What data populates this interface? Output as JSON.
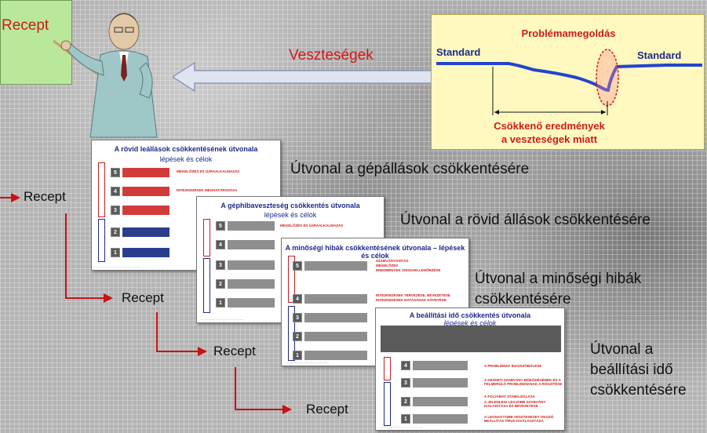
{
  "left_board": {
    "label": "Recept"
  },
  "losses_label": "Veszteségek",
  "problem_box": {
    "title": "Problémamegoldás",
    "standard_left": "Standard",
    "standard_right": "Standard",
    "bottom_line1": "Csökkenő eredmények",
    "bottom_line2": "a veszteségek miatt"
  },
  "routes": [
    "Útvonal a gépállások csökkentésére",
    "Útvonal a rövid állások csökkentésére",
    "Útvonal a minőségi hibák",
    "csökkentésére",
    "Útvonal a",
    "beállítási idő",
    "csökkentésére"
  ],
  "recept_labels": [
    "Recept",
    "Recept",
    "Recept",
    "Recept"
  ],
  "slides": [
    {
      "title": "A rövid leállások csökkentésének útvonala",
      "subtitle": "lépések és célok",
      "steps": [
        "5",
        "4",
        "3",
        "2",
        "1"
      ],
      "notes": [
        "MEGELŐZÉS ÉS ÚJRAALKALMAZÁS",
        "INTÉZKEDÉSEK MEGHATÁROZÁSA"
      ]
    },
    {
      "title": "A géphibaveszteség csökkentés útvonala",
      "subtitle": "lépések és célok",
      "steps": [
        "5",
        "4",
        "3",
        "2",
        "1"
      ],
      "notes": [
        "MEGELŐZÉS ÉS ÚJRAALKALMAZÁS"
      ]
    },
    {
      "title": "A minőségi hibák csökkentésének útvonala – lépések és célok",
      "subtitle": "",
      "steps": [
        "5",
        "4",
        "3",
        "2",
        "1"
      ],
      "notes": [
        "SZABVÁNYOSÍTÁS",
        "MEGELŐZÉS",
        "EREDMÉNYEK VISSZAELLENŐRZÉSE",
        "INTÉZKEDÉSEK TERVEZÉSE, BEVEZETÉSE",
        "INTÉZKEDÉSEK HATÁSÁNAK KÖVETÉSE"
      ]
    },
    {
      "title": "A beállítási idő csökkentés útvonala",
      "subtitle": "lépések és célok",
      "steps": [
        "4",
        "3",
        "2",
        "1"
      ],
      "notes": [
        "A PROBLÉMÁK IKKÜSZÖBÖLÉSE",
        "A KEZDETI SZABVÁNY MŰKÖDÉSÉNEK ÉS A FELMERÜLŐ PROBLÉMÁKNAK A RÖGZÍTÉSE",
        "A FOLYAMAT STABILIZÁLÁSA",
        "A JELENLEGI LEGJOBB SZABVÁNY KIALAKÍTÁSA ÉS BEVEZETÉSE",
        "A LEGNAGYOBB VESZTESÉGET OKOZÓ BEÁLLÍTÁS TÍPUS KIVÁLASZTÁSA"
      ]
    }
  ],
  "colors": {
    "accent_red": "#d01a1a",
    "navy": "#1d2a8c",
    "board_green": "#b9e89a",
    "box_yellow": "#fff9c0"
  }
}
